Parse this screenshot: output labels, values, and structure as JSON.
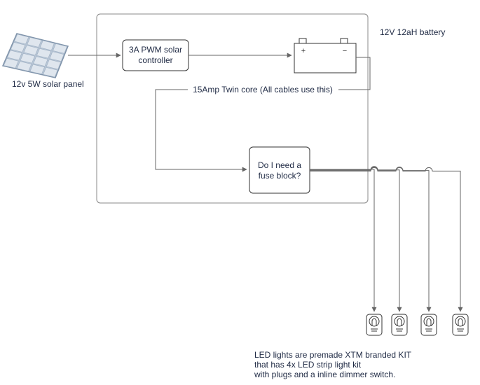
{
  "colors": {
    "line": "#666666",
    "text": "#1f2a44",
    "box_border": "#333333",
    "panel_fill": "#b8c6d6",
    "panel_cell": "#dfe6ee"
  },
  "labels": {
    "battery": "12V 12aH battery",
    "solar_panel": "12v 5W solar panel",
    "controller_line1": "3A PWM solar",
    "controller_line2": "controller",
    "cable": "15Amp Twin core (All cables use this)",
    "fuse_line1": "Do I need a",
    "fuse_line2": "fuse block?",
    "battery_plus": "+",
    "battery_minus": "−"
  },
  "note": [
    "LED lights are premade XTM branded KIT",
    "that has 4x LED strip light kit",
    "with plugs and a inline dimmer switch."
  ],
  "icons": {
    "solar_panel": "solar-panel-icon",
    "battery": "battery-icon",
    "lamp": "light-bulb-icon"
  },
  "lamp_count": 4
}
